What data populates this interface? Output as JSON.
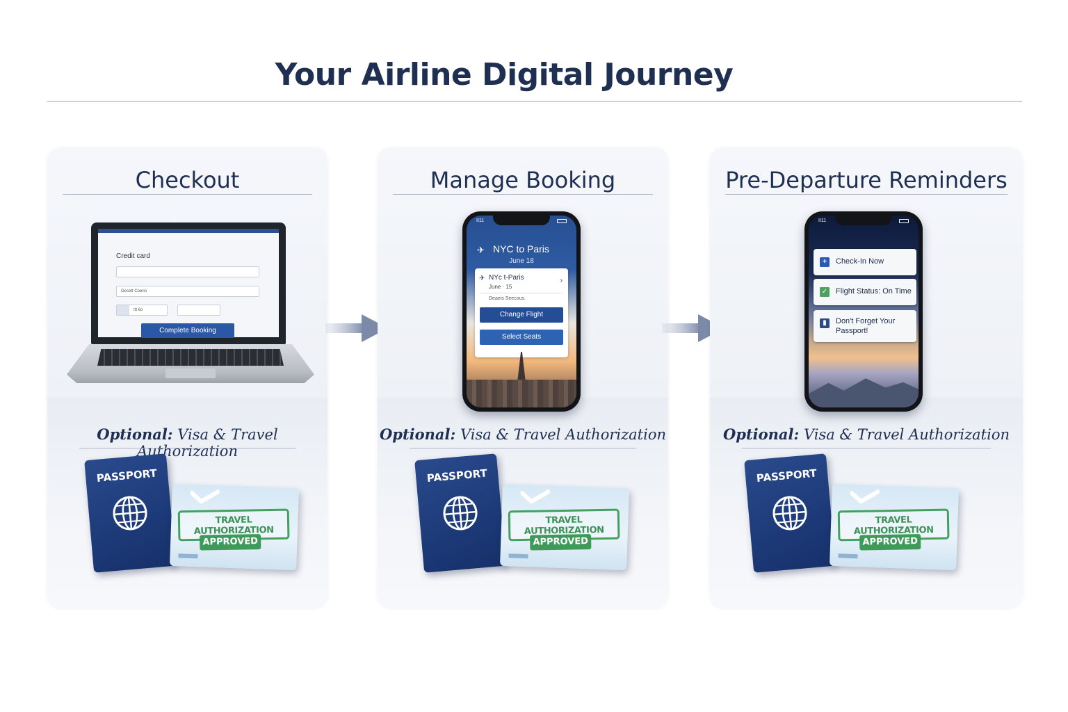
{
  "page": {
    "title": "Your Airline Digital Journey"
  },
  "stages": [
    {
      "title": "Checkout",
      "laptop": {
        "form_label": "Credit card",
        "field2_text": "Gecett Coerio",
        "field3_text": "Itt 6o",
        "button_label": "Complete Booking"
      }
    },
    {
      "title": "Manage Booking",
      "phone": {
        "status_time": "II11",
        "header_route": "NYC to Paris",
        "header_date": "June 18",
        "card_route": "NYc t-Paris",
        "card_date": "June · 15",
        "card_note": "Deaeis Seecous.",
        "button1_label": "Change Flight",
        "button2_label": "Select Seats"
      }
    },
    {
      "title": "Pre-Departure Reminders",
      "phone": {
        "status_time": "II11",
        "note1": "Check-In Now",
        "note2": "Flight Status: On Time",
        "note3": "Don't Forget Your Passport!"
      }
    }
  ],
  "optional": {
    "prefix": "Optional:",
    "text": "Visa & Travel Authorization"
  },
  "documents": {
    "passport_label": "PASSPORT",
    "stamp_text": "TRAVEL AUTHORIZATION",
    "approved_text": "APPROVED"
  },
  "colors": {
    "navy": "#1e2f52",
    "primary_button": "#2b58a6",
    "approved_green": "#3e9a58",
    "arrow": "#7b8aa8"
  }
}
